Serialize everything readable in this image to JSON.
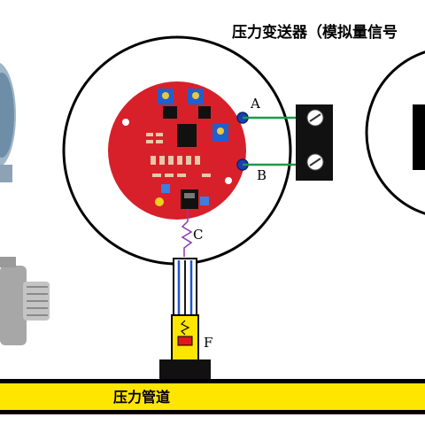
{
  "title": "压力变送器（模拟量信号",
  "labels": {
    "A": "A",
    "B": "B",
    "C": "C",
    "F": "F",
    "pipe": "压力管道"
  },
  "colors": {
    "pipe_yellow": "#ffe600",
    "wire_green": "#1a9a4a",
    "wire_blue": "#2255cc",
    "board_red": "#d8202a",
    "valve_red": "#e01818"
  },
  "icons": {
    "transmitter_photo_top": "pressure-transmitter-photo",
    "transmitter_photo_bottom": "pressure-fitting-photo",
    "terminal_block": "terminal-block-icon",
    "screw": "screw-icon",
    "valve": "valve-icon",
    "circuit_board": "circuit-board-icon"
  }
}
